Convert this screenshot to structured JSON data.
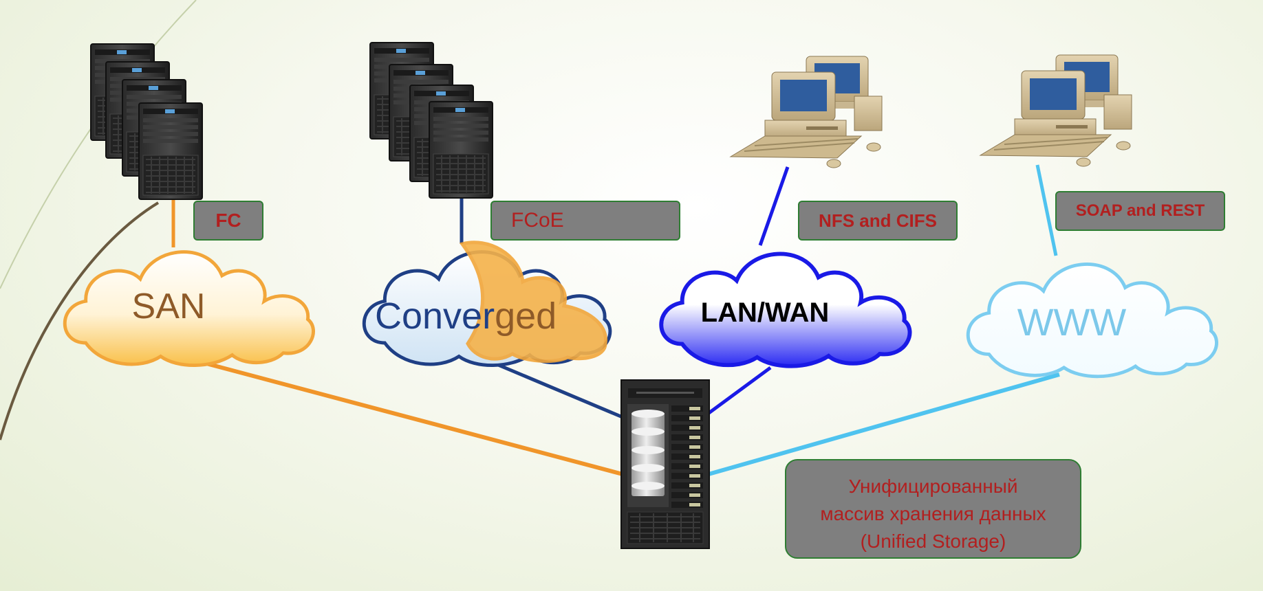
{
  "clouds": {
    "san": "SAN",
    "converged_a": "Conver",
    "converged_b": "ged",
    "lan": "LAN/WAN",
    "www": "WWW"
  },
  "labels": {
    "fc": "FC",
    "fcoe": "FCoE",
    "nfs": "NFS and CIFS",
    "soap": "SOAP and REST",
    "unified_line1": "Унифицированный",
    "unified_line2": "массив хранения данных",
    "unified_line3": "(Unified Storage)"
  },
  "colors": {
    "san": "#f0952a",
    "converged": "#1f3f85",
    "lan": "#1a1ae6",
    "www": "#4fc3ef",
    "label_fill": "#7f7f7f",
    "label_border": "#2e7d32",
    "label_text": "#b21f1f"
  },
  "icons": {
    "server_stack": "server-stack-icon",
    "desktop_pc": "desktop-computer-icon",
    "storage_array": "storage-array-icon",
    "cloud": "cloud-icon"
  }
}
